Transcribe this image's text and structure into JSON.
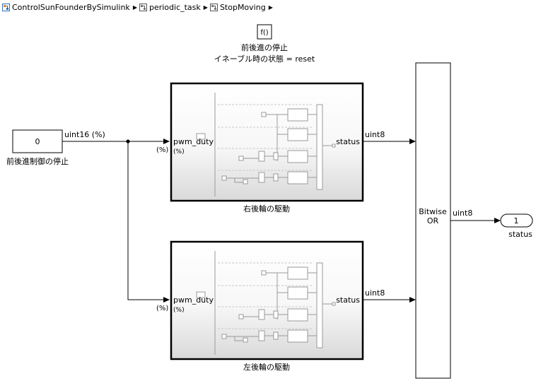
{
  "breadcrumb": {
    "items": [
      "ControlSunFounderBySimulink",
      "periodic_task",
      "StopMoving"
    ],
    "separator": "▶"
  },
  "function_block": {
    "text": "f()",
    "label_line1": "前後進の停止",
    "label_line2": "イネーブル時の状態 = reset"
  },
  "constant_block": {
    "value": "0",
    "label": "前後進制御の停止",
    "out_signal": "uint16 (%)"
  },
  "subsystems": [
    {
      "label": "右後輪の駆動",
      "in_port": "pwm_duty",
      "in_unit": "(%)",
      "out_port": "status",
      "out_signal": "uint8",
      "left_unit": "(%)"
    },
    {
      "label": "左後輪の駆動",
      "in_port": "pwm_duty",
      "in_unit": "(%)",
      "out_port": "status",
      "out_signal": "uint8",
      "left_unit": "(%)"
    }
  ],
  "bitwise_block": {
    "line1": "Bitwise",
    "line2": "OR",
    "out_signal": "uint8"
  },
  "outport": {
    "number": "1",
    "label": "status"
  },
  "colors": {
    "line": "#000000",
    "block_border": "#000000",
    "subsystem_fill_top": "#ffffff",
    "subsystem_fill_bottom": "#d9d9d9",
    "preview_line": "#9a9a9a"
  }
}
